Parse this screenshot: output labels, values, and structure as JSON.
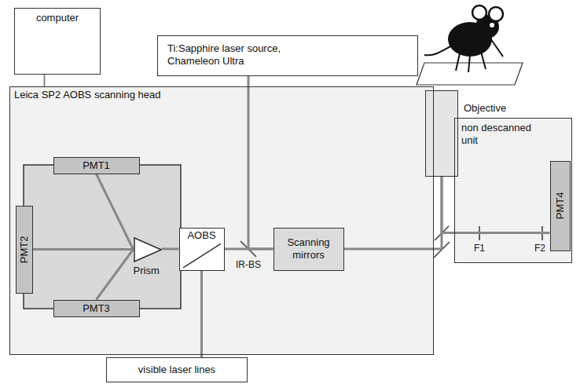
{
  "diagram": {
    "nodes": [
      {
        "text": [
          "computer"
        ]
      },
      {
        "text": [
          "Ti:Sapphire laser source, Chameleon Ultra"
        ]
      },
      {
        "text": [
          "Objective"
        ]
      },
      {
        "text": [
          "Leica SP2 AOBS scanning head"
        ]
      },
      {
        "text": [
          "PMT1"
        ],
        "in": 3
      },
      {
        "text": [
          "PMT2"
        ],
        "in": 3
      },
      {
        "text": [
          "PMT3"
        ],
        "in": 3
      },
      {
        "text": [
          "Prism"
        ],
        "in": 3
      },
      {
        "text": [
          "AOBS"
        ],
        "in": 3
      },
      {
        "text": [
          "Scanning mirrors"
        ],
        "in": 3
      },
      {
        "text": [
          "non descanned unit"
        ]
      },
      {
        "text": [
          "PMT4"
        ],
        "in": 10
      },
      {
        "text": [
          "visible laser lines"
        ]
      }
    ],
    "edges": [
      {
        "from": 0,
        "to": 3,
        "arrow": "none"
      },
      {
        "from": 1,
        "to": 9,
        "arrow": "none"
      },
      {
        "from": 12,
        "to": 8,
        "arrow": "none"
      },
      {
        "from": 9,
        "to": 8,
        "arrow": "none"
      },
      {
        "from": 8,
        "to": 7,
        "arrow": "none"
      },
      {
        "from": 7,
        "to": 4,
        "arrow": "none"
      },
      {
        "from": 7,
        "to": 5,
        "arrow": "none"
      },
      {
        "from": 7,
        "to": 6,
        "arrow": "none"
      },
      {
        "from": 9,
        "to": 2,
        "arrow": "none"
      },
      {
        "from": 2,
        "to": 11,
        "arrow": "none"
      }
    ],
    "labels": [
      "IR-BS",
      "F1",
      "F2"
    ]
  }
}
